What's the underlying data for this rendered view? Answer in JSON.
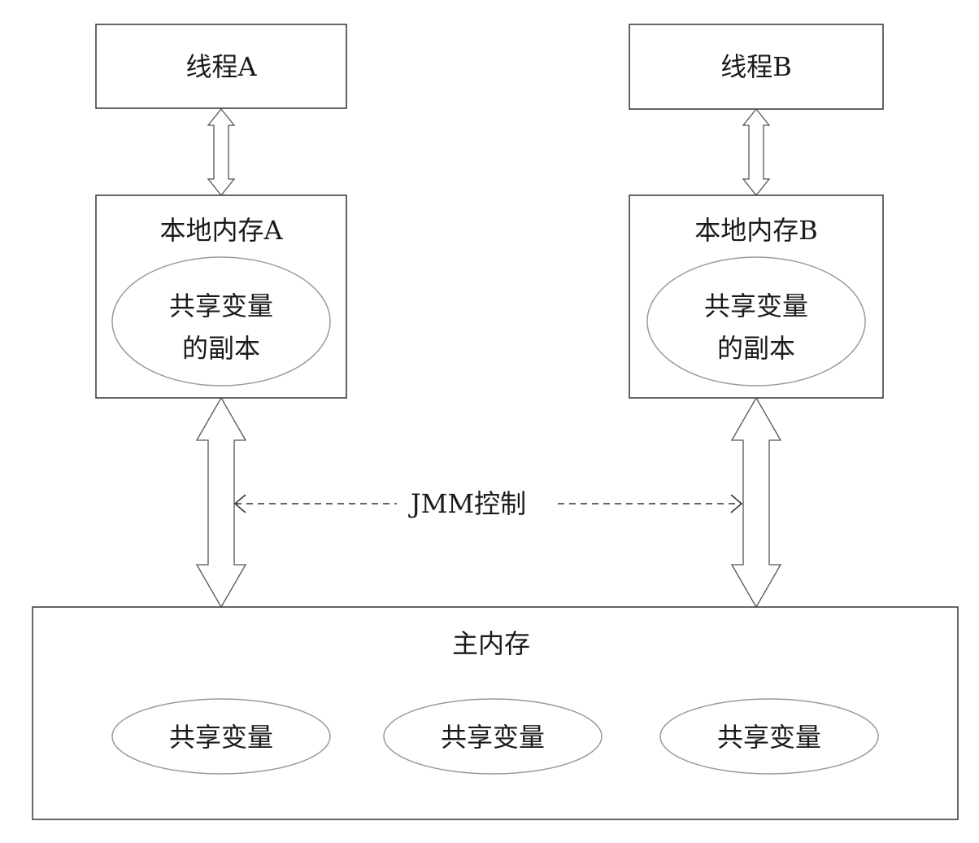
{
  "thread_a": {
    "label": "线程A"
  },
  "thread_b": {
    "label": "线程B"
  },
  "local_memory_a": {
    "label": "本地内存A",
    "copy_line1": "共享变量",
    "copy_line2": "的副本"
  },
  "local_memory_b": {
    "label": "本地内存B",
    "copy_line1": "共享变量",
    "copy_line2": "的副本"
  },
  "jmm": {
    "label": "JMM控制"
  },
  "main_memory": {
    "label": "主内存",
    "variables": [
      "共享变量",
      "共享变量",
      "共享变量"
    ]
  },
  "colors": {
    "box_stroke": "#333333",
    "ellipse_stroke": "#9a9a9a",
    "arrow_stroke": "#555555",
    "text": "#1a1a1a"
  }
}
